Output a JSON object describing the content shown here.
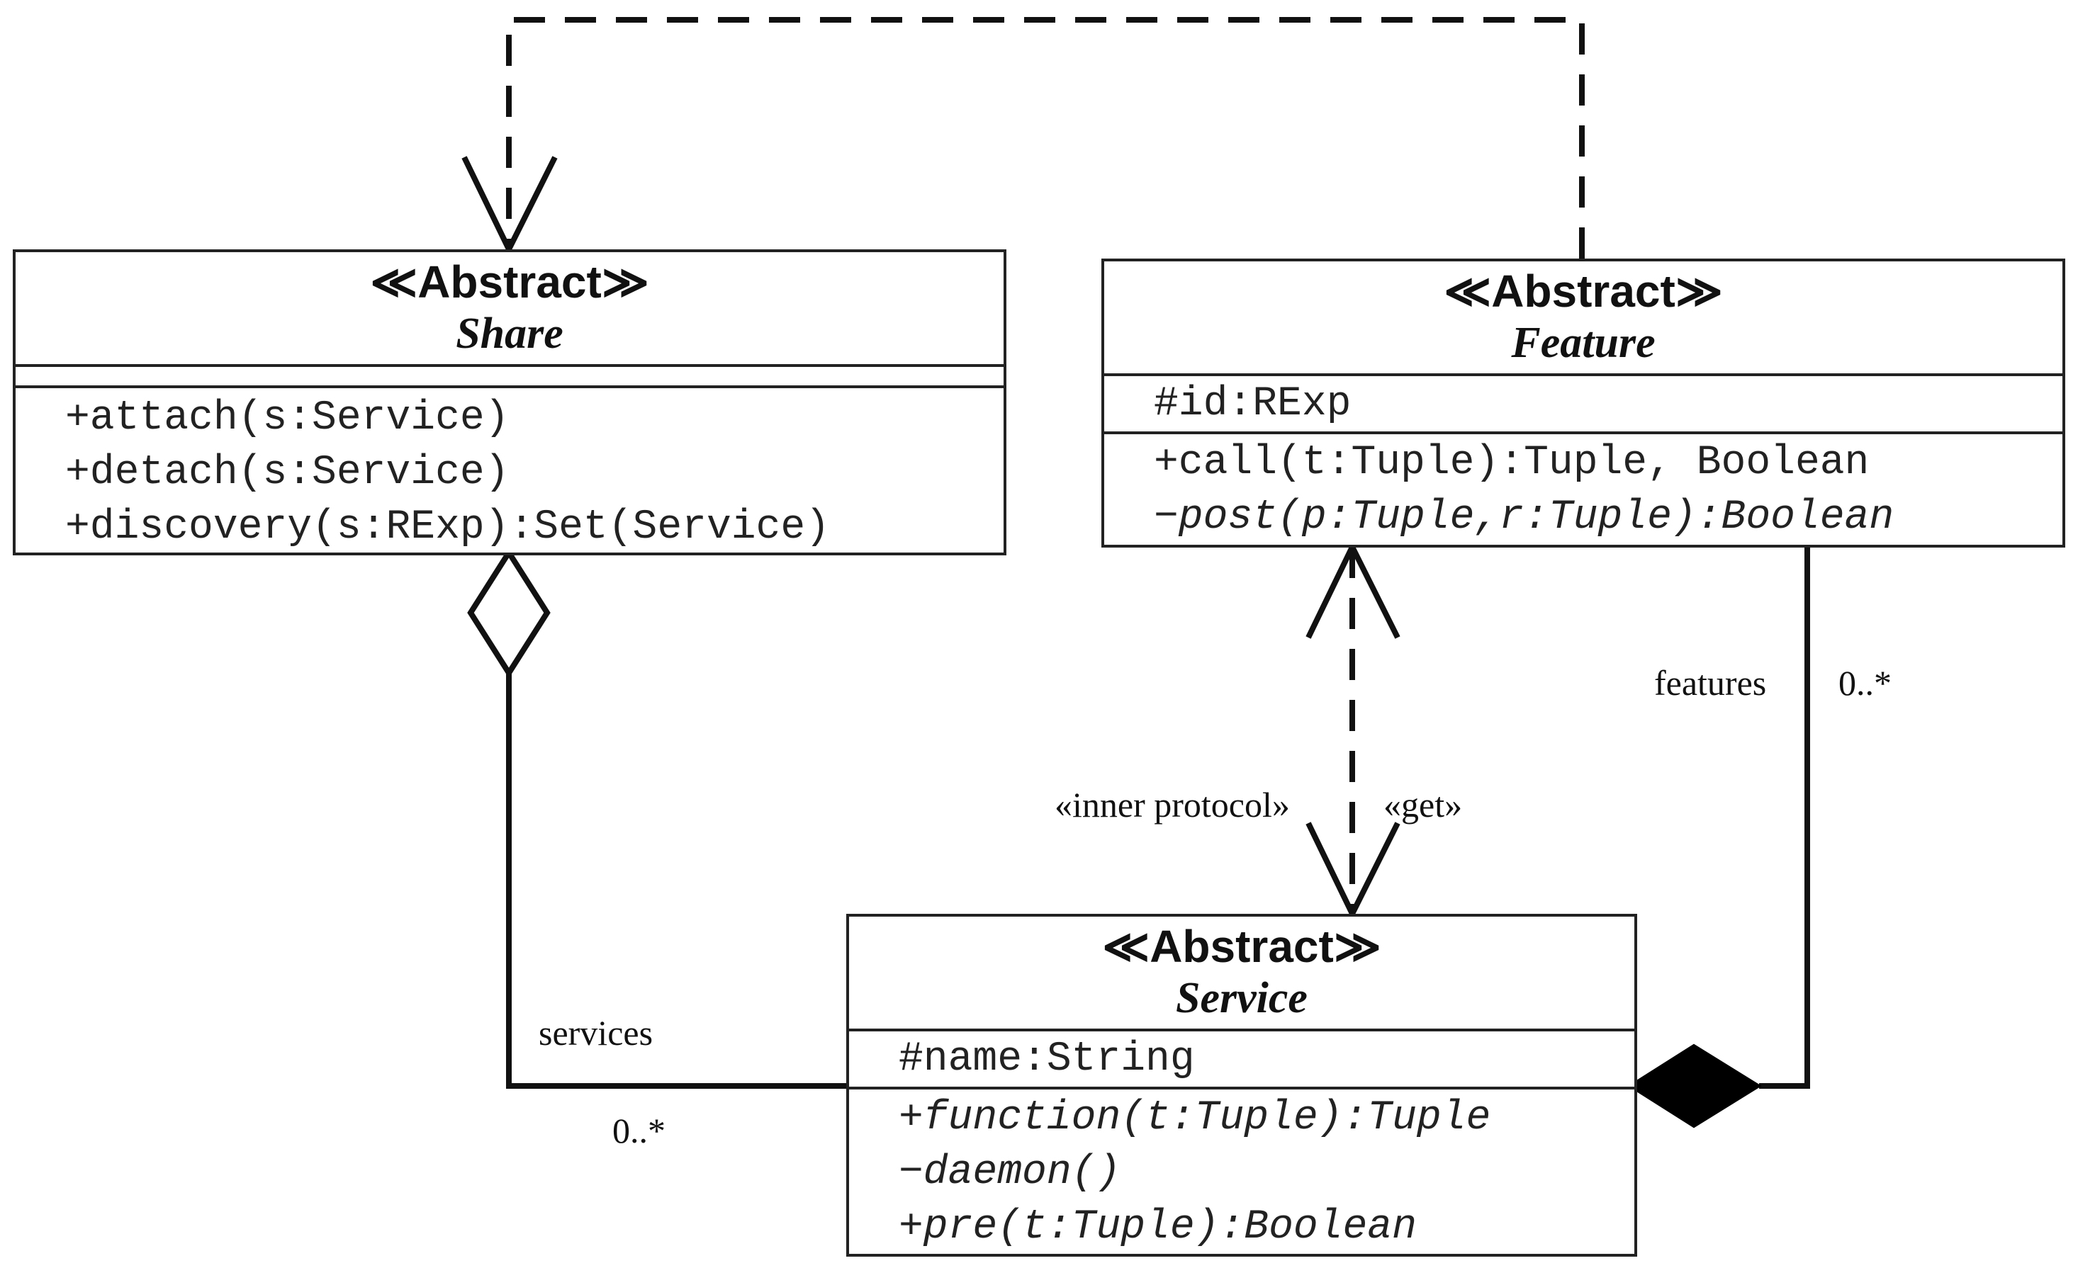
{
  "share": {
    "stereotype": "≪Abstract≫",
    "name": "Share",
    "operations": [
      "+attach(s:Service)",
      "+detach(s:Service)",
      "+discovery(s:RExp):Set(Service)"
    ]
  },
  "feature": {
    "stereotype": "≪Abstract≫",
    "name": "Feature",
    "attributes": [
      "#id:RExp"
    ],
    "operations": [
      "+call(t:Tuple):Tuple, Boolean",
      "−post(p:Tuple,r:Tuple):Boolean"
    ]
  },
  "service": {
    "stereotype": "≪Abstract≫",
    "name": "Service",
    "attributes": [
      "#name:String"
    ],
    "operations": [
      "+function(t:Tuple):Tuple",
      "−daemon()",
      "+pre(t:Tuple):Boolean"
    ]
  },
  "labels": {
    "features_role": "features",
    "features_mult": "0..*",
    "services_role": "services",
    "services_mult": "0..*",
    "inner_protocol": "«inner protocol»",
    "get": "«get»"
  }
}
